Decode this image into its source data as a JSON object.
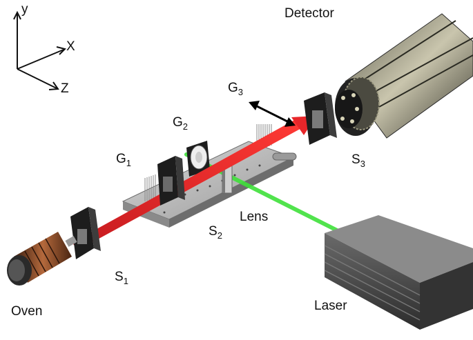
{
  "axes": {
    "y": "y",
    "x": "X",
    "z": "Z"
  },
  "labels": {
    "detector": "Detector",
    "oven": "Oven",
    "laser": "Laser",
    "lens": "Lens",
    "g1": {
      "base": "G",
      "sub": "1"
    },
    "g2": {
      "base": "G",
      "sub": "2"
    },
    "g3": {
      "base": "G",
      "sub": "3"
    },
    "s1": {
      "base": "S",
      "sub": "1"
    },
    "s2": {
      "base": "S",
      "sub": "2"
    },
    "s3": {
      "base": "S",
      "sub": "3"
    }
  },
  "colors": {
    "atom_beam": "#e8262a",
    "laser_beam": "#3fe13a",
    "metal_dark": "#1d1d1d",
    "plate": "#b9b9b9",
    "detector_body": "#8a8672",
    "laser_housing": "#4a4a4a"
  }
}
